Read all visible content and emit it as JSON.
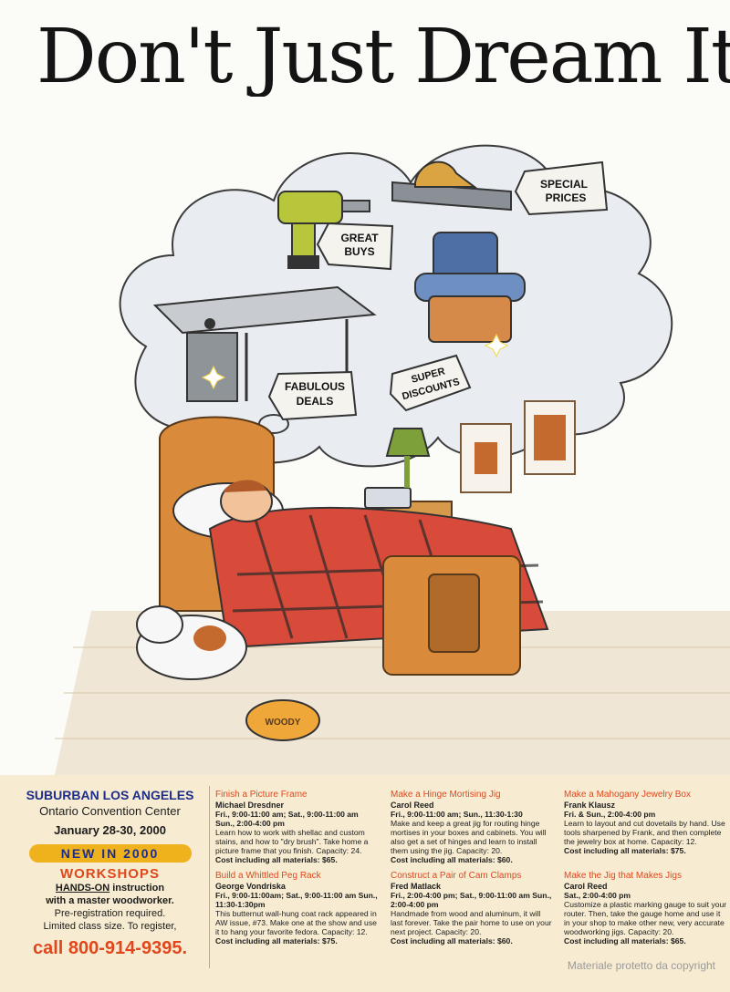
{
  "headline": "Don't Just Dream It…",
  "illustration": {
    "tags": [
      "SPECIAL PRICES",
      "GREAT BUYS",
      "FABULOUS DEALS",
      "SUPER DISCOUNTS"
    ],
    "bowl_label": "WOODY",
    "tag_lines": [
      [
        "SPECIAL",
        "PRICES"
      ],
      [
        "GREAT",
        "BUYS"
      ],
      [
        "FABULOUS",
        "DEALS"
      ],
      [
        "SUPER",
        "DISCOUNTS"
      ]
    ]
  },
  "event": {
    "location_title": "SUBURBAN LOS ANGELES",
    "venue": "Ontario Convention Center",
    "dates": "January 28-30, 2000",
    "new_badge": "NEW IN 2000",
    "workshops_label": "WORKSHOPS",
    "handson_word": "HANDS-ON",
    "handson_rest": " instruction",
    "line_master": "with a master woodworker.",
    "line_prereg": "Pre-registration required.",
    "line_limited": "Limited class size. To register,",
    "call": "call 800-914-9395."
  },
  "courses": [
    {
      "title": "Finish a Picture Frame",
      "instructor": "Michael Dresdner",
      "schedule": "Fri., 9:00-11:00 am; Sat., 9:00-11:00 am Sun., 2:00-4:00 pm",
      "description": "Learn how to work with shellac and custom stains, and how to \"dry brush\". Take home a picture frame that you finish. Capacity: 24.",
      "cost": "Cost including all materials: $65."
    },
    {
      "title": "Build a Whittled Peg Rack",
      "instructor": "George Vondriska",
      "schedule": "Fri., 9:00-11:00am; Sat., 9:00-11:00 am Sun., 11:30-1:30pm",
      "description": "This butternut wall-hung coat rack appeared in AW issue, #73. Make one at the show and use it to hang your favorite fedora. Capacity: 12.",
      "cost": "Cost including all materials: $75."
    },
    {
      "title": "Make a Hinge Mortising Jig",
      "instructor": "Carol Reed",
      "schedule": "Fri., 9:00-11:00 am; Sun., 11:30-1:30",
      "description": "Make and keep a great jig for routing hinge mortises in your boxes and cabinets. You will also get a set of hinges and learn to install them using the jig. Capacity: 20.",
      "cost": "Cost including all materials: $60."
    },
    {
      "title": "Construct a Pair of Cam Clamps",
      "instructor": "Fred Matlack",
      "schedule": "Fri., 2:00-4:00 pm; Sat., 9:00-11:00 am Sun., 2:00-4:00 pm",
      "description": "Handmade from wood and aluminum, it will last forever. Take the pair home to use on your next project. Capacity: 20.",
      "cost": "Cost including all materials: $60."
    },
    {
      "title": "Make a Mahogany Jewelry Box",
      "instructor": "Frank Klausz",
      "schedule": "Fri. & Sun., 2:00-4:00 pm",
      "description": "Learn to layout and cut dovetails by hand. Use tools sharpened by Frank, and then complete the jewelry box at home. Capacity: 12.",
      "cost": "Cost including all materials: $75."
    },
    {
      "title": "Make the Jig that Makes Jigs",
      "instructor": "Carol Reed",
      "schedule": "Sat., 2:00-4:00 pm",
      "description": "Customize a plastic marking gauge to suit your router. Then, take the gauge home and use it in your shop to make other new, very accurate woodworking jigs. Capacity: 20.",
      "cost": "Cost including all materials: $65."
    }
  ],
  "copyright": "Materiale protetto da copyright",
  "colors": {
    "panel_bg": "#f7ecd2",
    "accent_orange": "#e0471c",
    "accent_blue": "#1d2d8a",
    "badge_gold": "#f0b21c"
  }
}
